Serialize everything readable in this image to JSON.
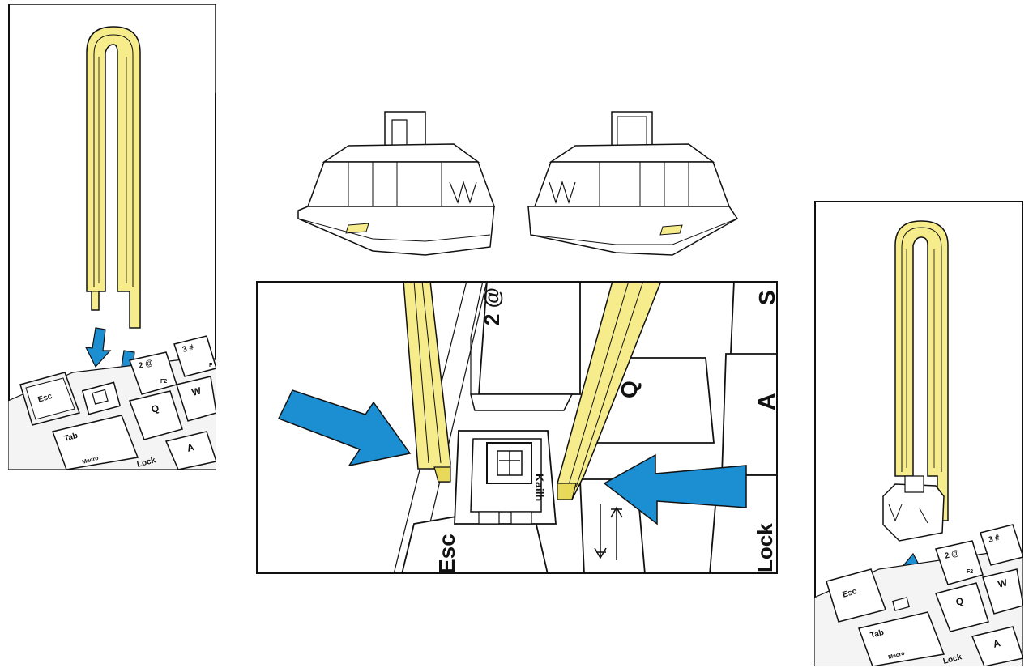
{
  "colors": {
    "tool_yellow": "#f6ec8c",
    "tool_yellow_shade": "#e8d95a",
    "arrow_blue": "#1b8fd2",
    "line": "#111111",
    "key_grey": "#f4f4f4",
    "background": "#ffffff"
  },
  "icons": [
    "switch-puller-tool",
    "arrow-down-icon",
    "arrow-right-icon",
    "arrow-left-icon",
    "arrow-up-icon",
    "mechanical-switch"
  ],
  "keys_left": {
    "esc": "Esc",
    "two": "2 @",
    "three": "3 #",
    "q": "Q",
    "w": "W",
    "a": "A",
    "tab": "Tab",
    "f2": "F2",
    "f3": "F",
    "macro": "Macro",
    "lock": "Lock"
  },
  "keys_center": {
    "two": "2 @",
    "q": "Q",
    "s": "S",
    "a": "A",
    "esc": "Esc",
    "lock": "Lock",
    "brand": "Kailh"
  },
  "keys_right": {
    "esc": "Esc",
    "two": "2 @",
    "three": "3 #",
    "q": "Q",
    "w": "W",
    "a": "A",
    "tab": "Tab",
    "f2": "F2",
    "macro": "Macro",
    "lock": "Lock"
  }
}
